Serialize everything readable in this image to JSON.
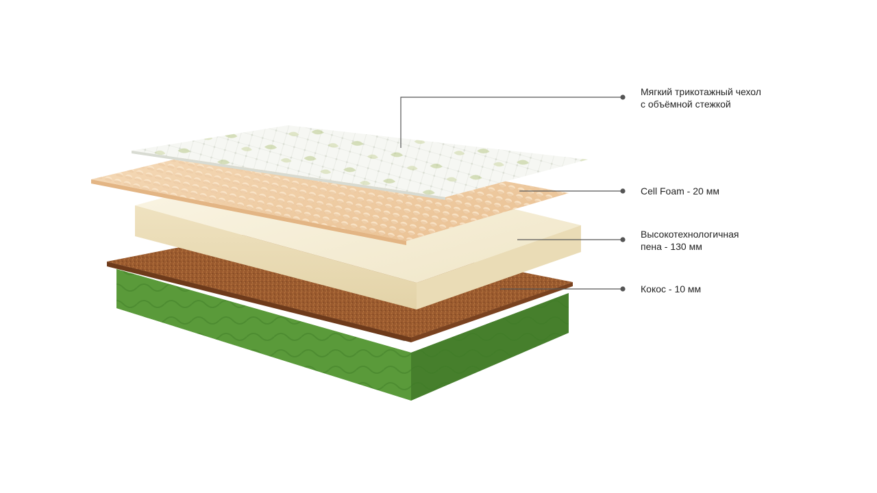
{
  "layers": [
    {
      "id": "cover",
      "lines": [
        "Мягкий трикотажный чехол",
        "с объёмной стежкой"
      ],
      "color": "#f4f6f0"
    },
    {
      "id": "cell-foam",
      "lines": [
        "Cell Foam - 20 мм"
      ],
      "color": "#f2d3ad"
    },
    {
      "id": "hr-foam",
      "lines": [
        "Высокотехнологичная",
        "пена - 130 мм"
      ],
      "color": "#f5ecd3"
    },
    {
      "id": "coconut",
      "lines": [
        "Кокос - 10 мм"
      ],
      "color": "#9a5a2e"
    }
  ],
  "base": {
    "color": "#5f9a3e"
  },
  "leader": {
    "color": "#555555"
  }
}
